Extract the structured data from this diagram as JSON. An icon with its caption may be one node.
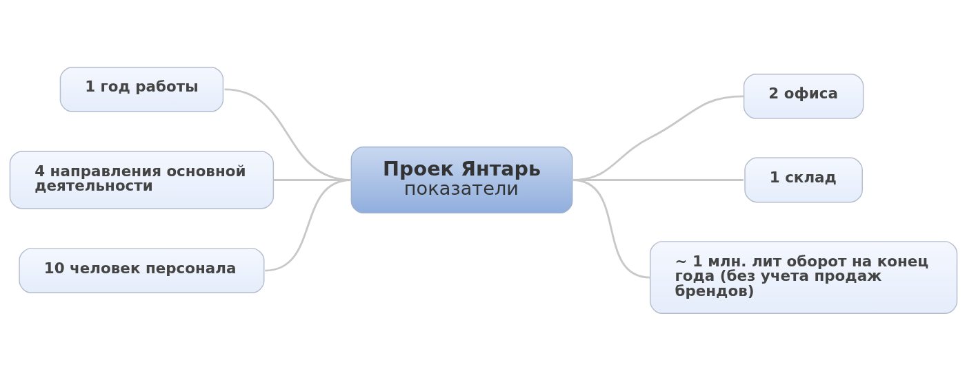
{
  "diagram": {
    "nodes": [
      {
        "text": [
          "Проек Янтарь",
          "показатели"
        ]
      },
      {
        "text": [
          "1 год работы"
        ]
      },
      {
        "text": [
          "2 офиса"
        ]
      },
      {
        "text": [
          "1 склад"
        ]
      },
      {
        "text": [
          "4 направления основной деятельности"
        ]
      },
      {
        "text": [
          "10 человек персонала"
        ]
      },
      {
        "text": [
          "~ 1 млн. лит оборот на конец года (без учета продаж брендов)"
        ]
      }
    ],
    "edges": [
      {
        "from": 0,
        "to": 1,
        "arrow": "none"
      },
      {
        "from": 0,
        "to": 2,
        "arrow": "none"
      },
      {
        "from": 0,
        "to": 3,
        "arrow": "none"
      },
      {
        "from": 0,
        "to": 4,
        "arrow": "none"
      },
      {
        "from": 0,
        "to": 5,
        "arrow": "none"
      },
      {
        "from": 0,
        "to": 6,
        "arrow": "none"
      }
    ]
  }
}
